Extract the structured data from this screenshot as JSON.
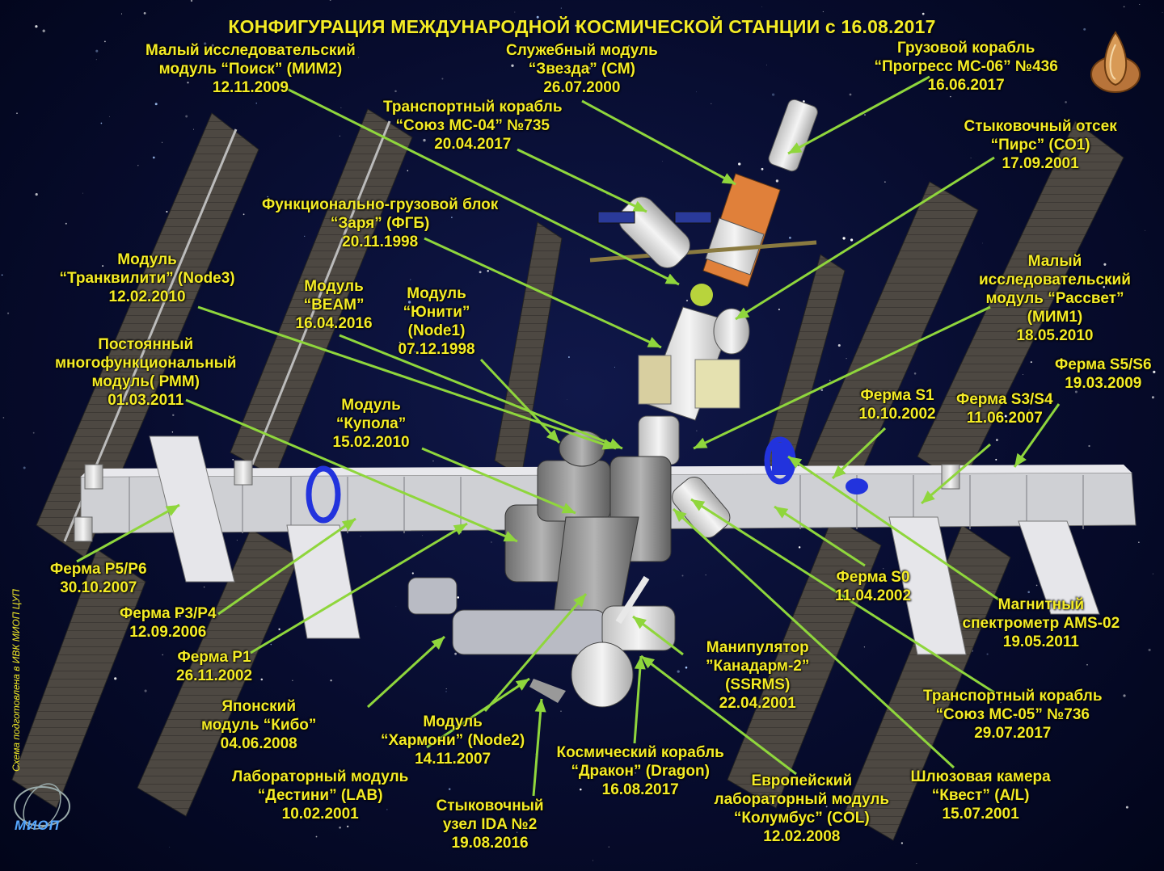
{
  "title": "КОНФИГУРАЦИЯ МЕЖДУНАРОДНОЙ КОСМИЧЕСКОЙ СТАНЦИИ с 16.08.2017",
  "credit": "Схема подготовлена в ИВК МИОП ЦУП",
  "bottom_logo": "МИОП",
  "colors": {
    "label": "#f4ec26",
    "leader": "#8fd63c",
    "panel": "#4a4640",
    "truss": "#c8c8cc",
    "module": "#9a9a9a"
  },
  "labels": [
    {
      "id": "poisk",
      "lines": [
        "Малый исследовательский",
        "модуль “Поиск” (МИМ2)",
        "12.11.2009"
      ]
    },
    {
      "id": "zvezda",
      "lines": [
        "Служебный модуль",
        "“Звезда” (СМ)",
        "26.07.2000"
      ]
    },
    {
      "id": "progress",
      "lines": [
        "Грузовой корабль",
        "“Прогресс МС-06” №436",
        "16.06.2017"
      ]
    },
    {
      "id": "soyuz04",
      "lines": [
        "Транспортный корабль",
        "“Союз МС-04” №735",
        "20.04.2017"
      ]
    },
    {
      "id": "pirs",
      "lines": [
        "Стыковочный отсек",
        "“Пирс” (СО1)",
        "17.09.2001"
      ]
    },
    {
      "id": "zarya",
      "lines": [
        "Функционально-грузовой блок",
        "“Заря” (ФГБ)",
        "20.11.1998"
      ]
    },
    {
      "id": "node3",
      "lines": [
        "Модуль",
        "“Транквилити” (Node3)",
        "12.02.2010"
      ]
    },
    {
      "id": "beam",
      "lines": [
        "Модуль",
        "“BEAM”",
        "16.04.2016"
      ]
    },
    {
      "id": "unity",
      "lines": [
        "Модуль",
        "“Юнити”",
        "(Node1)",
        "07.12.1998"
      ]
    },
    {
      "id": "rassvet",
      "lines": [
        "Малый",
        "исследовательский",
        "модуль “Рассвет”",
        "(МИМ1)",
        "18.05.2010"
      ]
    },
    {
      "id": "pmm",
      "lines": [
        "Постоянный",
        "многофункциональный",
        "модуль( РММ)",
        "01.03.2011"
      ]
    },
    {
      "id": "s5s6",
      "lines": [
        "Ферма S5/S6",
        "19.03.2009"
      ]
    },
    {
      "id": "s1",
      "lines": [
        "Ферма S1",
        "10.10.2002"
      ]
    },
    {
      "id": "s3s4",
      "lines": [
        "Ферма S3/S4",
        "11.06.2007"
      ]
    },
    {
      "id": "cupola",
      "lines": [
        "Модуль",
        "“Купола”",
        "15.02.2010"
      ]
    },
    {
      "id": "p5p6",
      "lines": [
        "Ферма P5/P6",
        "30.10.2007"
      ]
    },
    {
      "id": "s0",
      "lines": [
        "Ферма S0",
        "11.04.2002"
      ]
    },
    {
      "id": "p3p4",
      "lines": [
        "Ферма P3/P4",
        "12.09.2006"
      ]
    },
    {
      "id": "ams",
      "lines": [
        "Магнитный",
        "спектрометр  AMS-02",
        "19.05.2011"
      ]
    },
    {
      "id": "p1",
      "lines": [
        "Ферма P1",
        "26.11.2002"
      ]
    },
    {
      "id": "canadarm",
      "lines": [
        "Манипулятор",
        "”Канадарм-2”",
        "(SSRMS)",
        "22.04.2001"
      ]
    },
    {
      "id": "kibo",
      "lines": [
        "Японский",
        "модуль “Кибо”",
        "04.06.2008"
      ]
    },
    {
      "id": "soyuz05",
      "lines": [
        "Транспортный корабль",
        "“Союз МС-05” №736",
        "29.07.2017"
      ]
    },
    {
      "id": "harmony",
      "lines": [
        "Модуль",
        "“Хармони” (Node2)",
        "14.11.2007"
      ]
    },
    {
      "id": "dragon",
      "lines": [
        "Космический корабль",
        "“Дракон” (Dragon)",
        "16.08.2017"
      ]
    },
    {
      "id": "quest",
      "lines": [
        "Шлюзовая камера",
        "“Квест” (A/L)",
        "15.07.2001"
      ]
    },
    {
      "id": "destiny",
      "lines": [
        "Лабораторный модуль",
        "“Дестини” (LAB)",
        "10.02.2001"
      ]
    },
    {
      "id": "ida",
      "lines": [
        "Стыковочный",
        "узел IDA №2",
        "19.08.2016"
      ]
    },
    {
      "id": "columbus",
      "lines": [
        "Европейский",
        "лабораторный модуль",
        "“Колумбус” (COL)",
        "12.02.2008"
      ]
    }
  ]
}
